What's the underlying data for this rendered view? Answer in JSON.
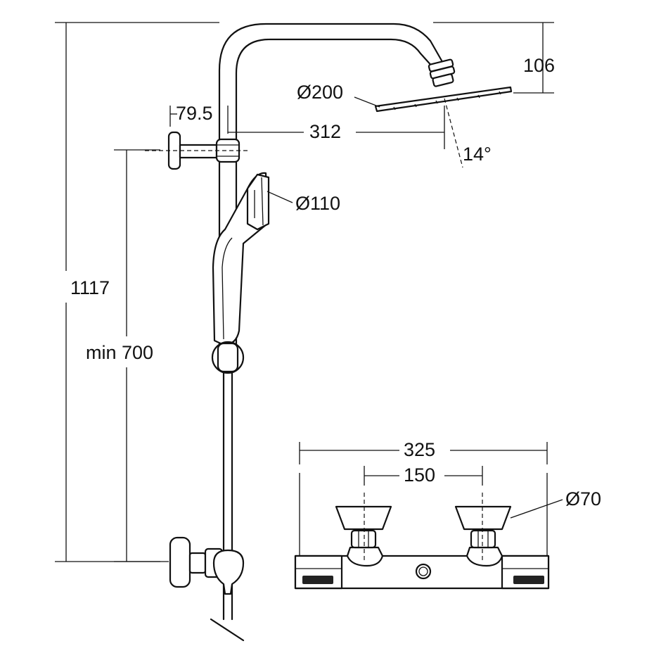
{
  "colors": {
    "line": "#111111",
    "background": "#ffffff"
  },
  "dimensions": {
    "total_height": "1117",
    "min_height": "min 700",
    "wall_offset": "79.5",
    "arm_reach": "312",
    "head_drop": "106",
    "head_diameter": "Ø200",
    "head_angle": "14°",
    "hand_shower_diameter": "Ø110",
    "valve_width": "325",
    "valve_centres": "150",
    "knob_diameter": "Ø70"
  }
}
